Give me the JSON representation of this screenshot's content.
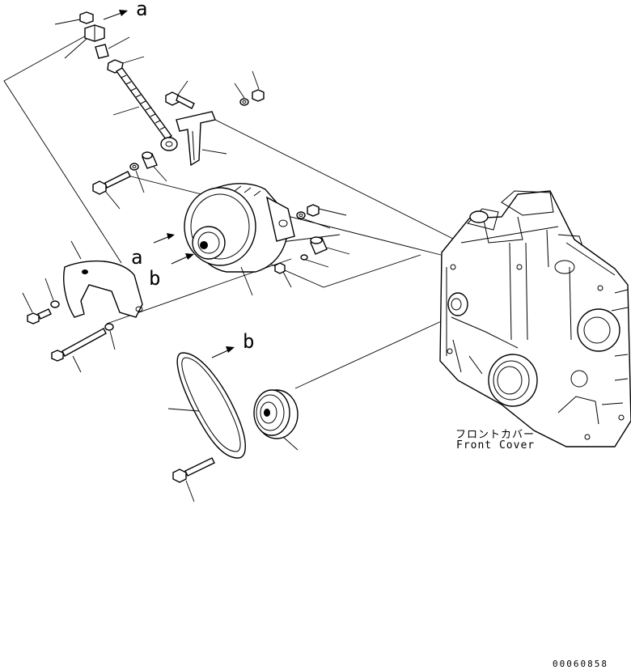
{
  "diagram": {
    "callouts": {
      "a_top": "a",
      "a_mid": "a",
      "b_mid": "b",
      "b_belt": "b"
    },
    "front_cover_label_jp": "フロントカバー",
    "front_cover_label_en": "Front Cover",
    "drawing_number": "00060858"
  },
  "icons": [
    "nut-icon",
    "spacer-icon",
    "adjust-rod-icon",
    "bolt-icon",
    "washer-icon",
    "bracket-icon",
    "alternator-icon",
    "belt-icon",
    "pulley-icon",
    "front-cover-icon"
  ]
}
